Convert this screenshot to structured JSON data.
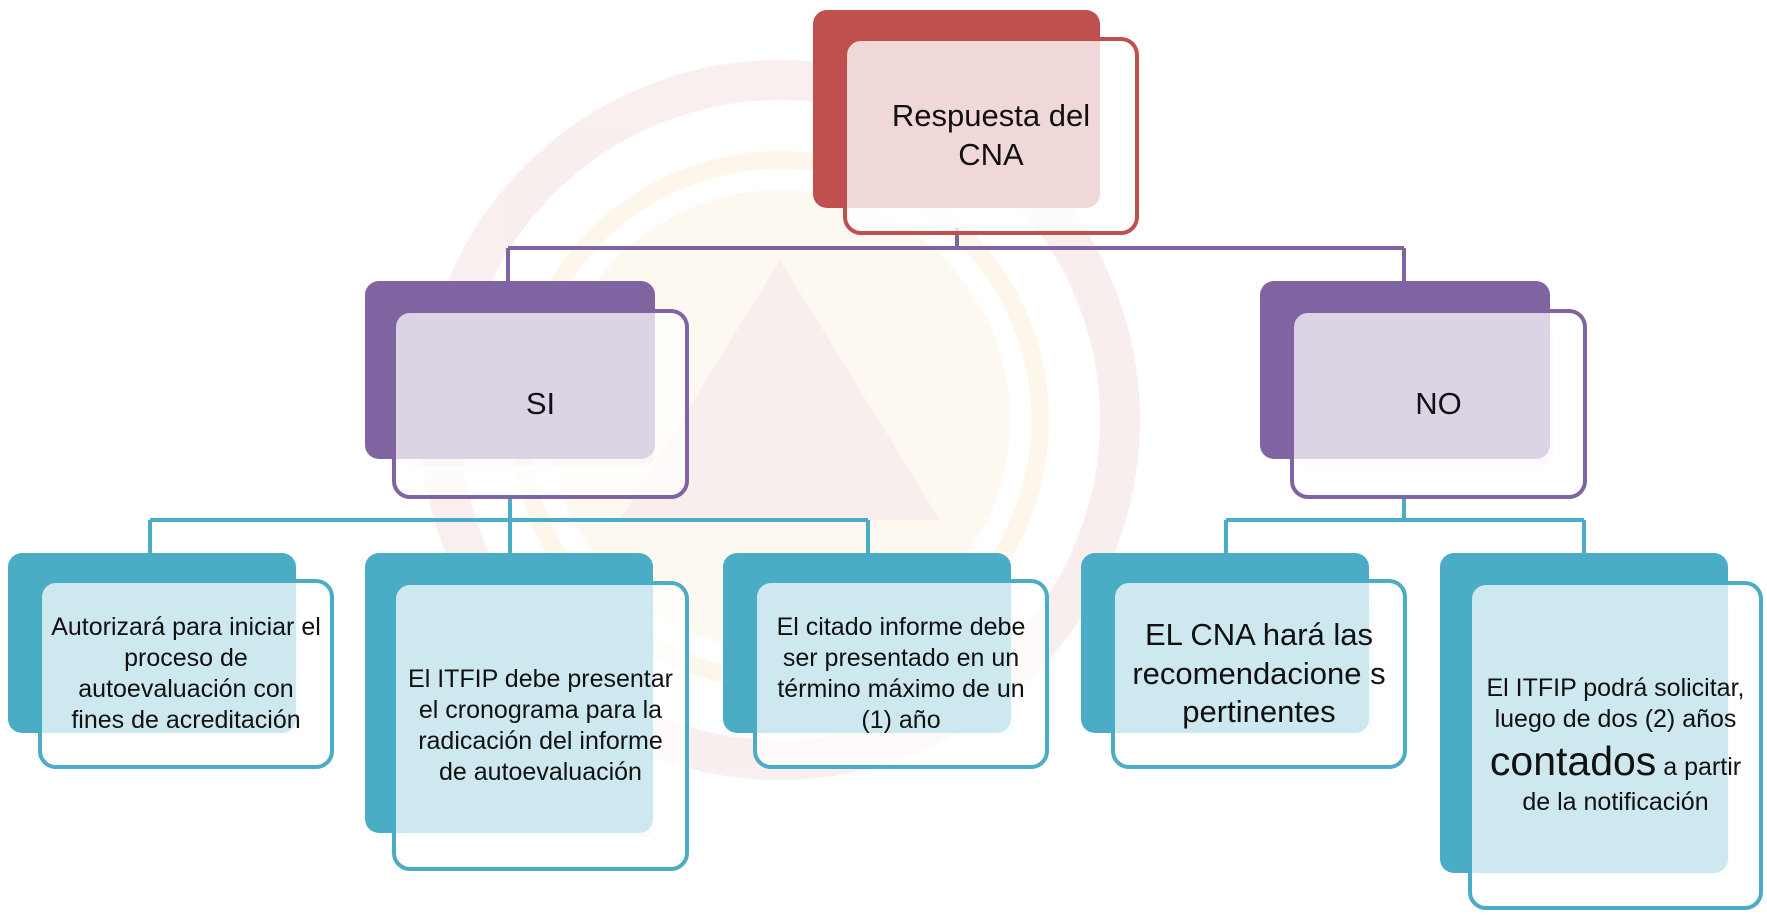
{
  "diagram": {
    "root": {
      "label": "Respuesta del CNA"
    },
    "branches": [
      {
        "label": "SI",
        "children": [
          {
            "label": "Autorizará para iniciar el proceso de autoevaluación con fines de acreditación"
          },
          {
            "label": "El ITFIP debe presentar el cronograma para la radicación del informe de autoevaluación"
          },
          {
            "label": "El citado informe debe ser presentado en un término máximo de un (1) año"
          }
        ]
      },
      {
        "label": "NO",
        "children": [
          {
            "label": "EL CNA hará las recomendacione s pertinentes"
          },
          {
            "label_part1": "El ITFIP podrá solicitar, luego de dos (2) años",
            "label_big": "contados",
            "label_part2": "a partir de la notificación"
          }
        ]
      }
    ]
  },
  "colors": {
    "root": "#c0504d",
    "level1": "#8064a2",
    "level2": "#4bacc6"
  }
}
